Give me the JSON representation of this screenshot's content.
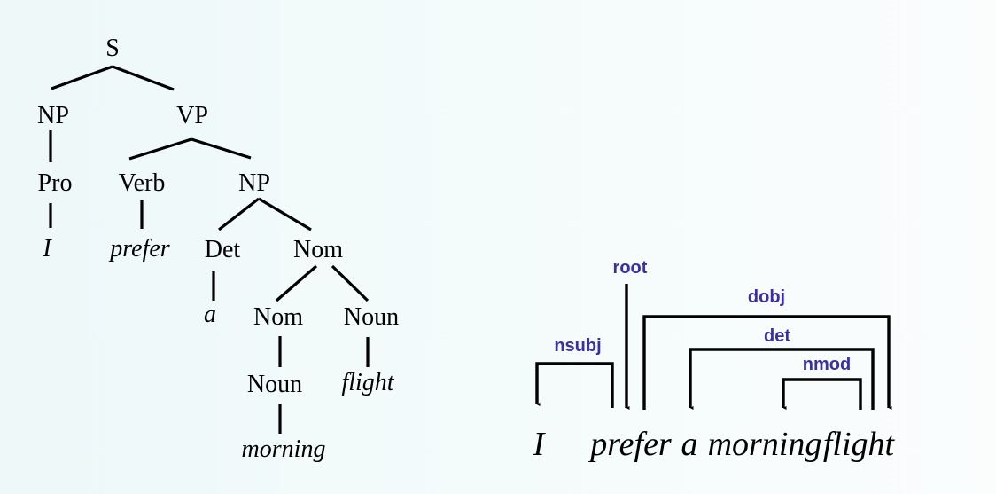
{
  "constituency_tree": {
    "nodes": {
      "s": "S",
      "np1": "NP",
      "vp": "VP",
      "pro": "Pro",
      "verb": "Verb",
      "np2": "NP",
      "det": "Det",
      "nom1": "Nom",
      "nom2": "Nom",
      "noun1": "Noun",
      "noun2": "Noun"
    },
    "words": {
      "i": "I",
      "prefer": "prefer",
      "a": "a",
      "morning": "morning",
      "flight": "flight"
    }
  },
  "dependency_parse": {
    "sentence": [
      "I",
      "prefer",
      "a",
      "morning",
      "flight"
    ],
    "relations": {
      "root": "root",
      "nsubj": "nsubj",
      "dobj": "dobj",
      "det": "det",
      "nmod": "nmod"
    },
    "label_color": "#3a2fa3"
  }
}
